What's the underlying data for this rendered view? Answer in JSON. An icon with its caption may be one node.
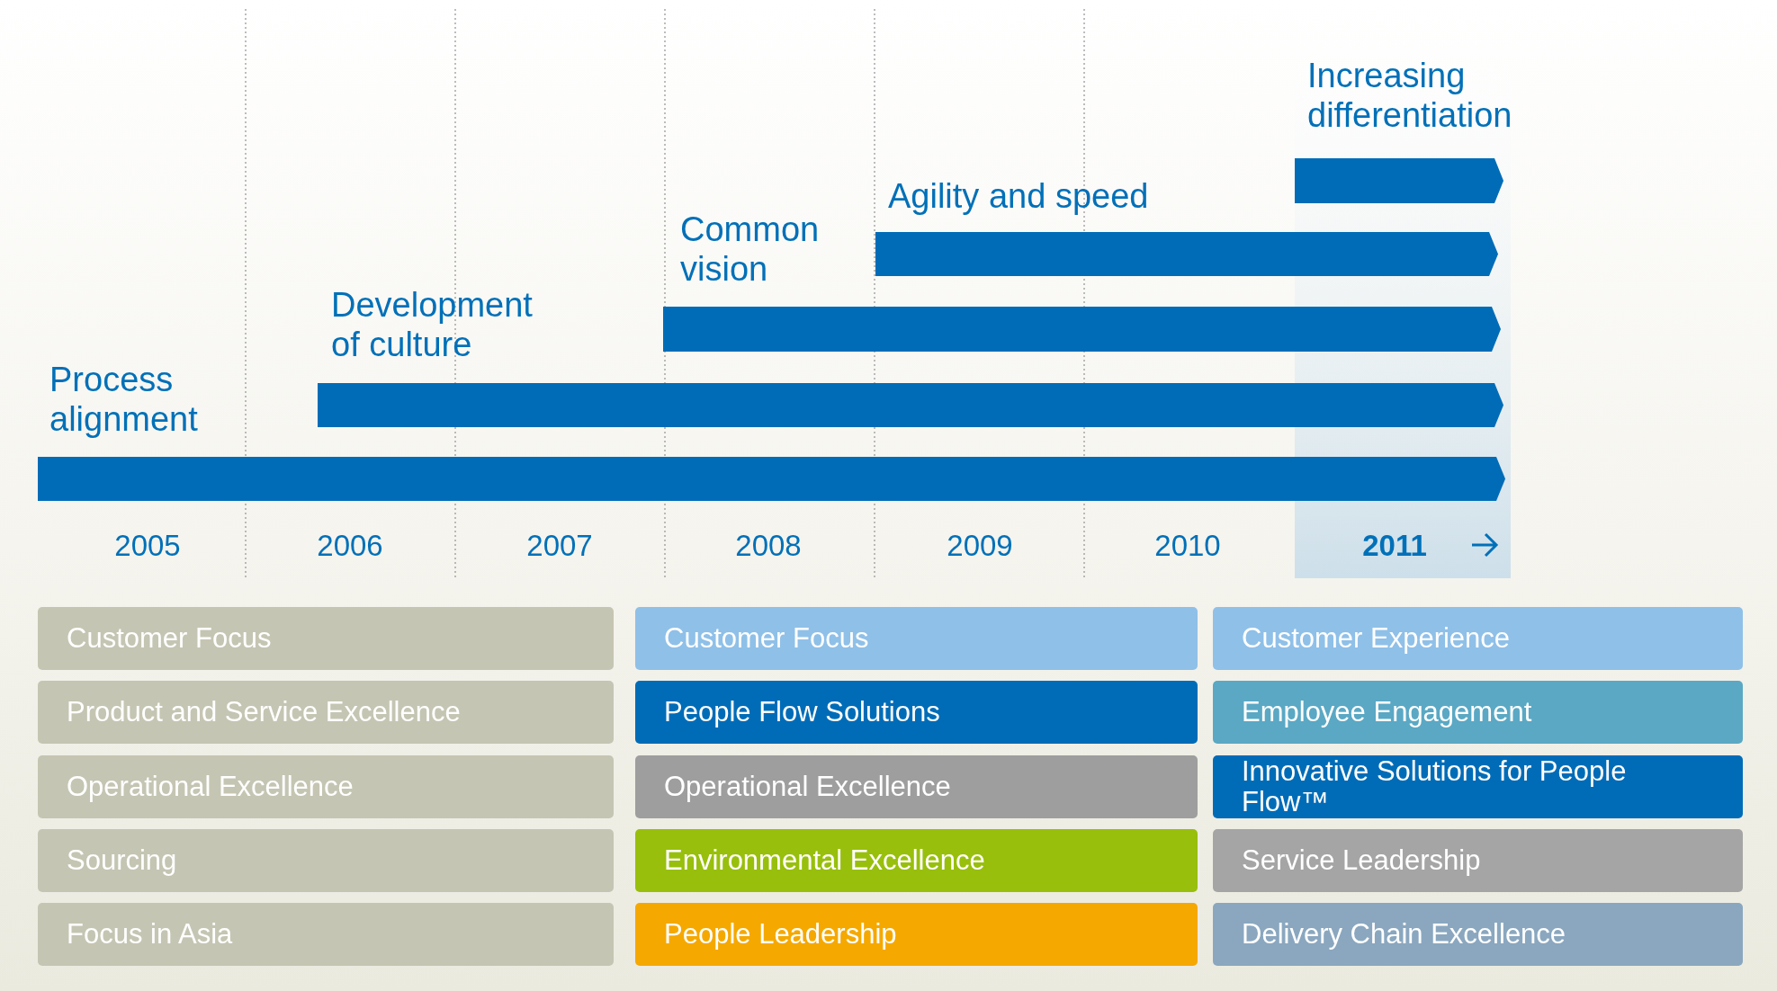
{
  "diagram": {
    "nodes": [
      {
        "text": [
          "Process alignment"
        ]
      },
      {
        "text": [
          "Development of culture"
        ]
      },
      {
        "text": [
          "Common vision"
        ]
      },
      {
        "text": [
          "Agility and speed"
        ]
      },
      {
        "text": [
          "Increasing differentiation"
        ]
      },
      {
        "text": [
          "Customer Focus"
        ]
      },
      {
        "text": [
          "Customer Focus"
        ]
      },
      {
        "text": [
          "Customer Experience"
        ]
      },
      {
        "text": [
          "Product and Service Excellence"
        ]
      },
      {
        "text": [
          "People Flow Solutions"
        ]
      },
      {
        "text": [
          "Employee Engagement"
        ]
      },
      {
        "text": [
          "Operational Excellence"
        ]
      },
      {
        "text": [
          "Operational Excellence"
        ]
      },
      {
        "text": [
          "Innovative Solutions for People Flow™"
        ]
      },
      {
        "text": [
          "Sourcing"
        ]
      },
      {
        "text": [
          "Environmental Excellence"
        ]
      },
      {
        "text": [
          "Service Leadership"
        ]
      },
      {
        "text": [
          "Focus in Asia"
        ]
      },
      {
        "text": [
          "People Leadership"
        ]
      },
      {
        "text": [
          "Delivery Chain Excellence"
        ]
      }
    ],
    "labels": [
      "2005",
      "2006",
      "2007",
      "2008",
      "2009",
      "2010",
      "2011"
    ]
  }
}
